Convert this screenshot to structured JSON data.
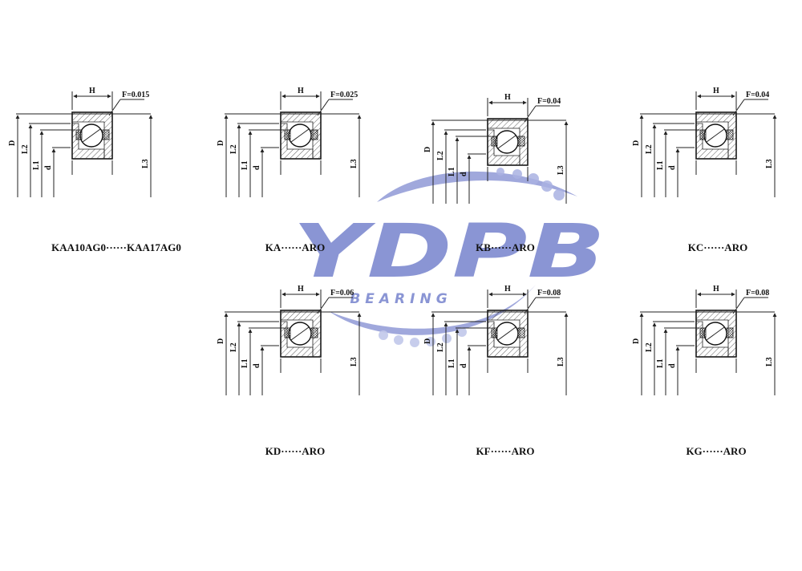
{
  "watermark": {
    "logo_text": "YDPB",
    "subtitle": "BEARING"
  },
  "dimension_labels": {
    "H": "H",
    "D": "D",
    "L2": "L2",
    "L1": "L1",
    "d": "d",
    "L3": "L3"
  },
  "drawings": [
    {
      "id": "kaa",
      "caption": "KAA10AG0······KAA17AG0",
      "tolerance": "F=0.015",
      "separator": "round"
    },
    {
      "id": "ka",
      "caption": "KA······ARO",
      "tolerance": "F=0.025",
      "separator": "round"
    },
    {
      "id": "kb",
      "caption": "KB······ARO",
      "tolerance": "F=0.04",
      "separator": "round"
    },
    {
      "id": "kc",
      "caption": "KC······ARO",
      "tolerance": "F=0.04",
      "separator": "round"
    },
    {
      "id": "kd",
      "caption": "KD······ARO",
      "tolerance": "F=0.06",
      "separator": "round"
    },
    {
      "id": "kf",
      "caption": "KF······ARO",
      "tolerance": "F=0.08",
      "separator": "round"
    },
    {
      "id": "kg",
      "caption": "KG······ARO",
      "tolerance": "F=0.08",
      "separator": "round"
    }
  ],
  "colors": {
    "line": "#222222",
    "hatch": "#333333",
    "watermark": "#7e8ad0",
    "watermark_light": "#c7cdec"
  }
}
